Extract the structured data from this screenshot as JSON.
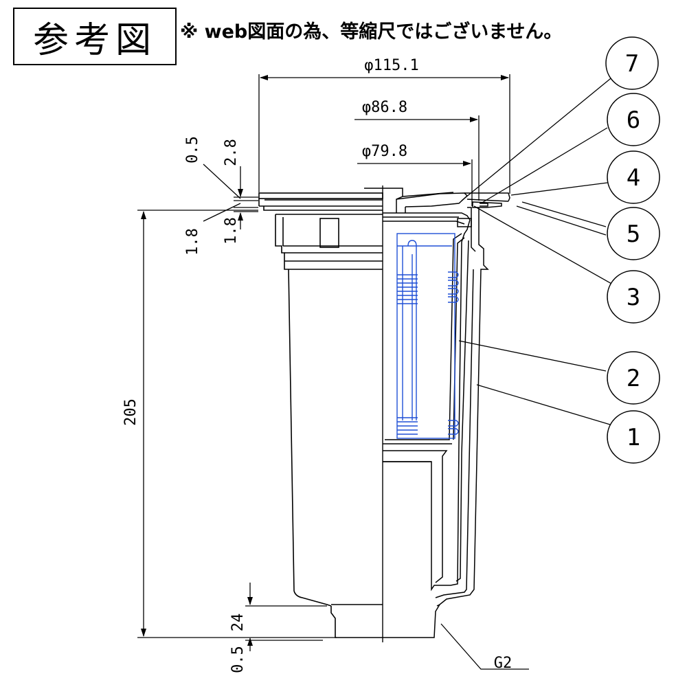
{
  "title": "参考図",
  "note": "※ web図面の為、等縮尺ではございません。",
  "dimensions": {
    "outer_diameter": "φ115.1",
    "mid_diameter": "φ86.8",
    "inner_diameter": "φ79.8",
    "flange_gap_top": "0.5",
    "flange_thickness": "2.8",
    "rim_left": "1.8",
    "rim_right": "1.8",
    "height": "205",
    "thread_length": "24",
    "bottom_gap": "0.5",
    "thread": "G2"
  },
  "callouts": [
    "7",
    "6",
    "4",
    "5",
    "3",
    "2",
    "1"
  ],
  "colors": {
    "line": "#000000",
    "filter": "#1f4fd6"
  }
}
